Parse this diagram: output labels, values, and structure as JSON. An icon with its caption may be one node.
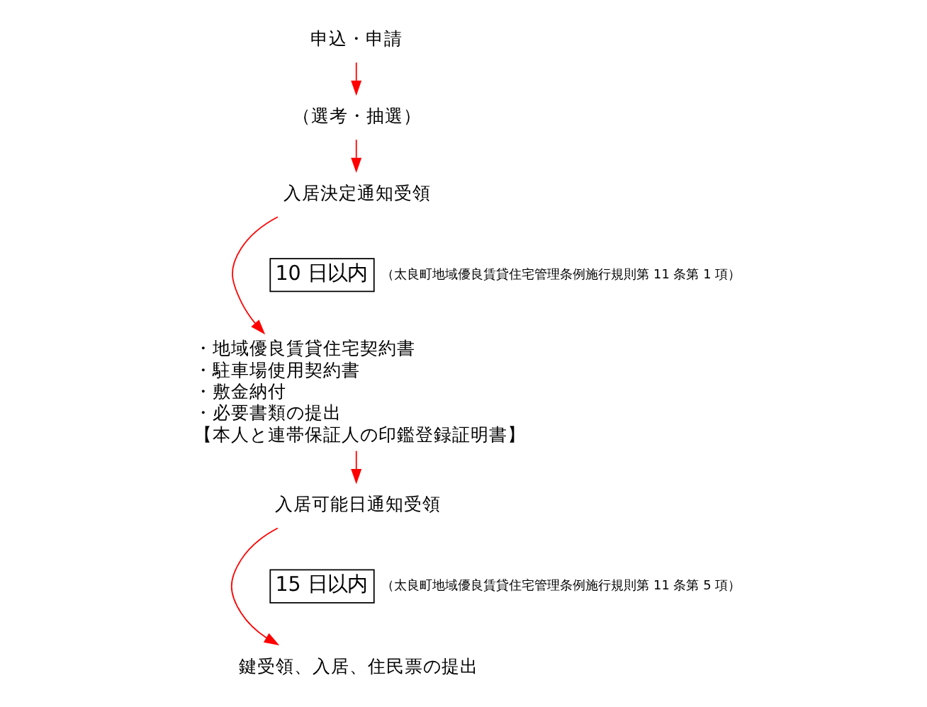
{
  "diagram": {
    "nodes": [
      {
        "text": [
          "申込・申請"
        ]
      },
      {
        "text": [
          "（選考・抽選）"
        ]
      },
      {
        "text": [
          "入居決定通知受領"
        ]
      },
      {
        "text": [
          "・地域優良賃貸住宅契約書",
          "・駐車場使用契約書",
          "・敷金納付",
          "・必要書類の提出",
          "【本人と連帯保証人の印鑑登録証明書】"
        ]
      },
      {
        "text": [
          "入居可能日通知受領"
        ]
      },
      {
        "text": [
          "鍵受領、入居、住民票の提出"
        ]
      },
      {
        "text": [
          "10 日以内"
        ],
        "beside": [
          "（太良町地域優良賃貸住宅管理条例施行規則第 11 条第 1 項）"
        ]
      },
      {
        "text": [
          "15 日以内"
        ],
        "beside": [
          "（太良町地域優良賃貸住宅管理条例施行規則第 11 条第 5 項）"
        ]
      }
    ],
    "edges": [
      {
        "from": 0,
        "to": 1,
        "arrow": "to",
        "color": "#ff0000"
      },
      {
        "from": 1,
        "to": 2,
        "arrow": "to",
        "color": "#ff0000"
      },
      {
        "from": 2,
        "to": 3,
        "arrow": "to",
        "color": "#ff0000"
      },
      {
        "from": 3,
        "to": 4,
        "arrow": "to",
        "color": "#ff0000"
      },
      {
        "from": 4,
        "to": 5,
        "arrow": "to",
        "color": "#ff0000"
      }
    ]
  }
}
